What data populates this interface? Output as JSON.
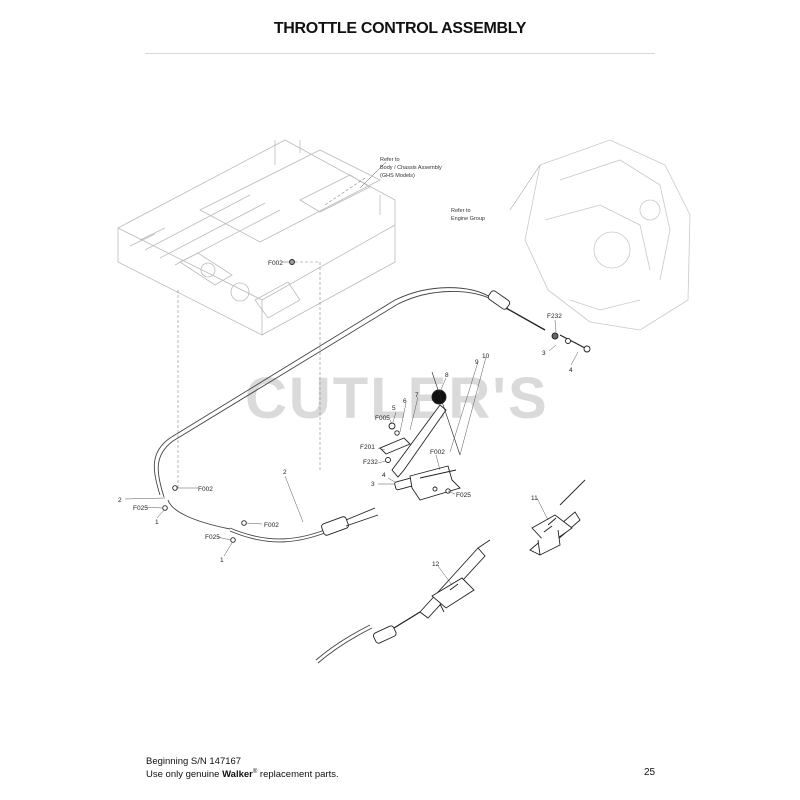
{
  "document": {
    "title": "THROTTLE CONTROL ASSEMBLY",
    "page_number": "25",
    "watermark": "CUTLER'S"
  },
  "footer": {
    "serial": "Beginning S/N 147167",
    "parts_prefix": "Use only genuine ",
    "parts_brand": "Walker",
    "parts_mark": "®",
    "parts_suffix": " replacement parts."
  },
  "references": {
    "chassis": [
      "Refer to",
      "Body / Chassis Assembly",
      "(GHS Models)"
    ],
    "engine": [
      "Refer to",
      "Engine Group"
    ]
  },
  "callouts": {
    "f002_top": "F002",
    "f232_right": "F232",
    "n3_right": "3",
    "n4_right": "4",
    "n10": "10",
    "n9": "9",
    "n8": "8",
    "n7": "7",
    "n6": "6",
    "n5": "5",
    "f005": "F005",
    "f201": "F201",
    "f232_mid": "F232",
    "f002_mid": "F002",
    "n4_mid": "4",
    "n3_mid": "3",
    "f025_mid": "F025",
    "n2_left": "2",
    "f002_left": "F002",
    "f025_left": "F025",
    "n1_left": "1",
    "n2_cable": "2",
    "f002_cable": "F002",
    "f025_low": "F025",
    "n1_low": "1",
    "n11": "11",
    "n12": "12"
  }
}
